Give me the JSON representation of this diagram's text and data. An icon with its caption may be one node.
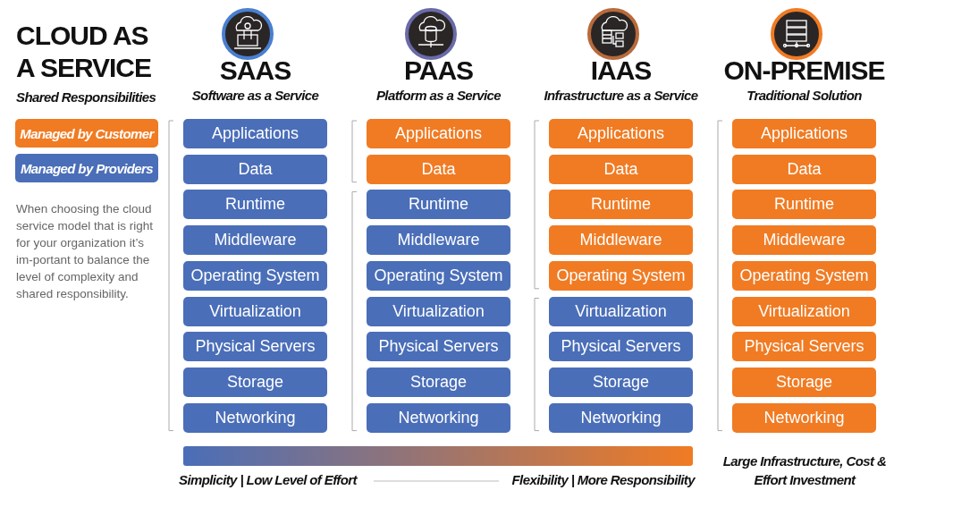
{
  "diagram": {
    "title": "CLOUD AS A SERVICE",
    "nodes": [
      {
        "text": [
          "Applications"
        ]
      },
      {
        "text": [
          "Data"
        ]
      },
      {
        "text": [
          "Runtime"
        ]
      },
      {
        "text": [
          "Middleware"
        ]
      },
      {
        "text": [
          "Operating System"
        ]
      },
      {
        "text": [
          "Virtualization"
        ]
      },
      {
        "text": [
          "Physical Servers"
        ]
      },
      {
        "text": [
          "Storage"
        ]
      },
      {
        "text": [
          "Networking"
        ]
      },
      {
        "text": [
          "Applications"
        ]
      },
      {
        "text": [
          "Data"
        ]
      },
      {
        "text": [
          "Runtime"
        ]
      },
      {
        "text": [
          "Middleware"
        ]
      },
      {
        "text": [
          "Operating System"
        ]
      },
      {
        "text": [
          "Virtualization"
        ]
      },
      {
        "text": [
          "Physical Servers"
        ]
      },
      {
        "text": [
          "Storage"
        ]
      },
      {
        "text": [
          "Networking"
        ]
      },
      {
        "text": [
          "Applications"
        ]
      },
      {
        "text": [
          "Data"
        ]
      },
      {
        "text": [
          "Runtime"
        ]
      },
      {
        "text": [
          "Middleware"
        ]
      },
      {
        "text": [
          "Operating System"
        ]
      },
      {
        "text": [
          "Virtualization"
        ]
      },
      {
        "text": [
          "Physical Servers"
        ]
      },
      {
        "text": [
          "Storage"
        ]
      },
      {
        "text": [
          "Networking"
        ]
      },
      {
        "text": [
          "Applications"
        ]
      },
      {
        "text": [
          "Data"
        ]
      },
      {
        "text": [
          "Runtime"
        ]
      },
      {
        "text": [
          "Middleware"
        ]
      },
      {
        "text": [
          "Operating System"
        ]
      },
      {
        "text": [
          "Virtualization"
        ]
      },
      {
        "text": [
          "Physical Servers"
        ]
      },
      {
        "text": [
          "Storage"
        ]
      },
      {
        "text": [
          "Networking"
        ]
      },
      {
        "text": [],
        "shape": "bar"
      }
    ],
    "edges": [],
    "labels": [
      "Shared Responsibilities",
      "SAAS",
      "Software as a Service",
      "PAAS",
      "Platform as a Service",
      "IAAS",
      "Infrastructure as a Service",
      "ON-PREMISE",
      "Traditional Solution",
      "When choosing the cloud service model that is right for your organization it’s im-portant to balance the level of complexity and shared responsibility.",
      "Simplicity | Low Level of Effort",
      "Flexibility | More Responsibility",
      "Large Infrastructure, Cost & Effort Investment"
    ],
    "legend": [
      {
        "text": "Managed by Customer",
        "color": "#f07b23"
      },
      {
        "text": "Managed by Providers",
        "color": "#4a6eb8"
      }
    ]
  }
}
